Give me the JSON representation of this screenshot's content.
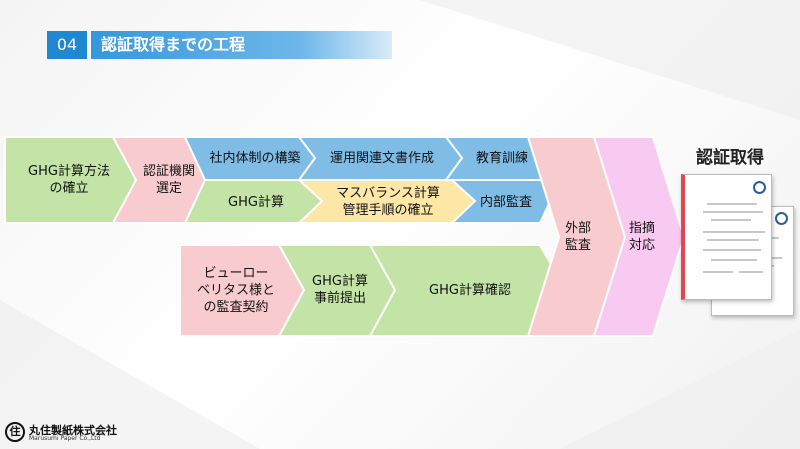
{
  "header": {
    "section_number": "04",
    "title": "認証取得までの工程"
  },
  "flow": {
    "ghg_method": "GHG計算方法\nの確立",
    "cert_body": "認証機関\n選定",
    "internal_system": "社内体制の構築",
    "operations_docs": "運用関連文書作成",
    "education": "教育訓練",
    "ghg_calc": "GHG計算",
    "mass_balance": "マスバランス計算\n管理手順の確立",
    "internal_audit": "内部監査",
    "external_audit": "外部\n監査",
    "corrective_action": "指摘\n対応",
    "bureau_veritas": "ビューロー\nベリタス様と\nの監査契約",
    "ghg_pre_submit": "GHG計算\n事前提出",
    "ghg_confirm": "GHG計算確認"
  },
  "certification": {
    "title": "認証取得"
  },
  "footer": {
    "company_name": "丸住製紙株式会社",
    "company_name_en": "Marusumi Paper Co.,Ltd"
  },
  "colors": {
    "green": "#c4e3a6",
    "pink": "#f8cccf",
    "blue": "#7fbde6",
    "yellow": "#fde7a6",
    "magenta": "#f9caf1",
    "stroke": "#ffffff"
  }
}
